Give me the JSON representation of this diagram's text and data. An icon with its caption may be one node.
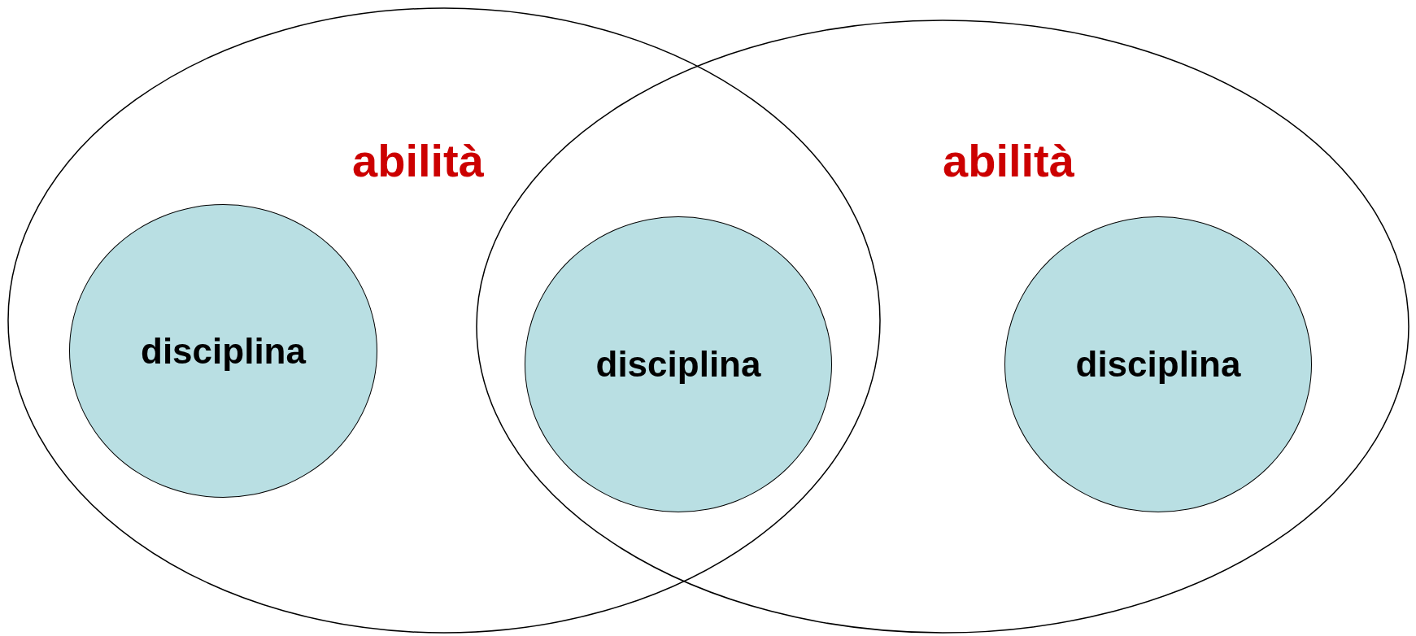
{
  "diagram": {
    "nodes": [
      {
        "text": [
          "abilità"
        ]
      },
      {
        "text": [
          "disciplina"
        ],
        "in": 0
      },
      {
        "text": [
          "abilità"
        ]
      },
      {
        "text": [
          "disciplina"
        ]
      },
      {
        "text": [
          "disciplina"
        ],
        "in": 2
      }
    ]
  }
}
